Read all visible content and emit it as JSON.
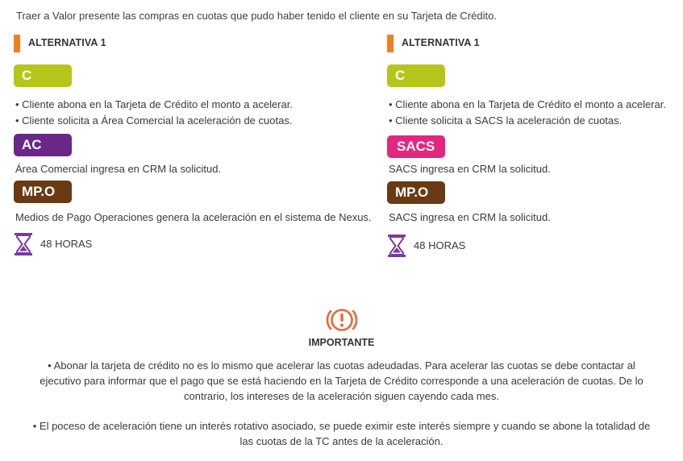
{
  "intro": "Traer a Valor presente las compras en cuotas que pudo haber tenido el cliente en su Tarjeta de Crédito.",
  "columns": [
    {
      "header": "ALTERNATIVA 1",
      "badge1": "C",
      "bullet1": "• Cliente abona en la Tarjeta de Crédito el monto a acelerar.",
      "bullet2": "• Cliente solicita a Área Comercial la aceleración de cuotas.",
      "badge2": "AC",
      "text2": "Área Comercial ingresa en CRM la solicitud.",
      "badge3": "MP.O",
      "text3": "Medios de Pago Operaciones genera la aceleración en el sistema de Nexus.",
      "hours": "48 HORAS"
    },
    {
      "header": "ALTERNATIVA 1",
      "badge1": "C",
      "bullet1": "• Cliente abona en la Tarjeta de Crédito el monto a acelerar.",
      "bullet2": "• Cliente solicita a SACS la aceleración de cuotas.",
      "badge2": "SACS",
      "text2": "SACS ingresa en CRM la solicitud.",
      "badge3": "MP.O",
      "text3": "SACS ingresa en CRM la solicitud.",
      "hours": "48 HORAS"
    }
  ],
  "important": {
    "icon": "warning-icon",
    "title": "IMPORTANTE",
    "para1": {
      "line1": "• Abonar la tarjeta de crédito no es lo mismo que acelerar las cuotas adeudadas. Para acelerar las cuotas se debe contactar al",
      "line2": "ejecutivo para informar que el pago que se está haciendo en la Tarjeta de Crédito corresponde a una aceleración de cuotas. De lo",
      "line3": "contrario, los intereses de la aceleración siguen cayendo cada mes."
    },
    "para2": {
      "line1": "• El poceso de aceleración tiene un interés rotativo asociado, se puede eximir este interés siempre y cuando se abone la totalidad de",
      "line2": "las cuotas de la TC antes de la aceleración."
    }
  },
  "colors": {
    "accent_bar": "#f07f1e",
    "badge_c": "#b5c51b",
    "badge_ac": "#6a2788",
    "badge_sacs": "#e4267f",
    "badge_mpo": "#6a3a14",
    "hourglass": "#7b3aa0",
    "warning": "#e8683a"
  }
}
